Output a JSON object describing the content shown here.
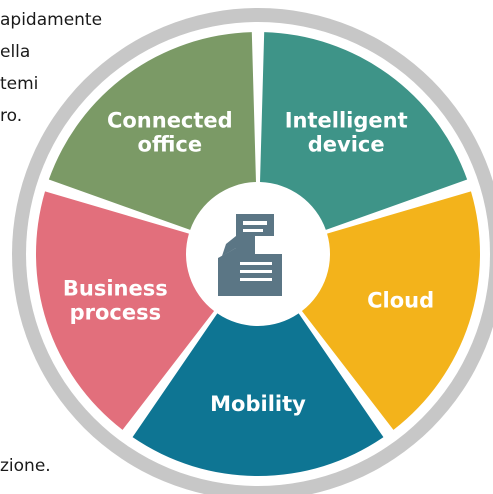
{
  "text_fragments": {
    "top_lines": [
      "apidamente",
      "ella",
      "temi",
      "ro."
    ],
    "bottom_line": "zione."
  },
  "diagram": {
    "segments": [
      {
        "lines": [
          "Connected",
          "office"
        ],
        "color": "#7b9a66"
      },
      {
        "lines": [
          "Intelligent",
          "device"
        ],
        "color": "#3e9488"
      },
      {
        "lines": [
          "Cloud"
        ],
        "color": "#f3b31b"
      },
      {
        "lines": [
          "Mobility"
        ],
        "color": "#0e7593"
      },
      {
        "lines": [
          "Business",
          "process"
        ],
        "color": "#e26f7c"
      }
    ],
    "ring_color": "#c7c7c7",
    "hub_color": "#ffffff",
    "icon": "printer-icon",
    "icon_color": "#5b7685"
  }
}
